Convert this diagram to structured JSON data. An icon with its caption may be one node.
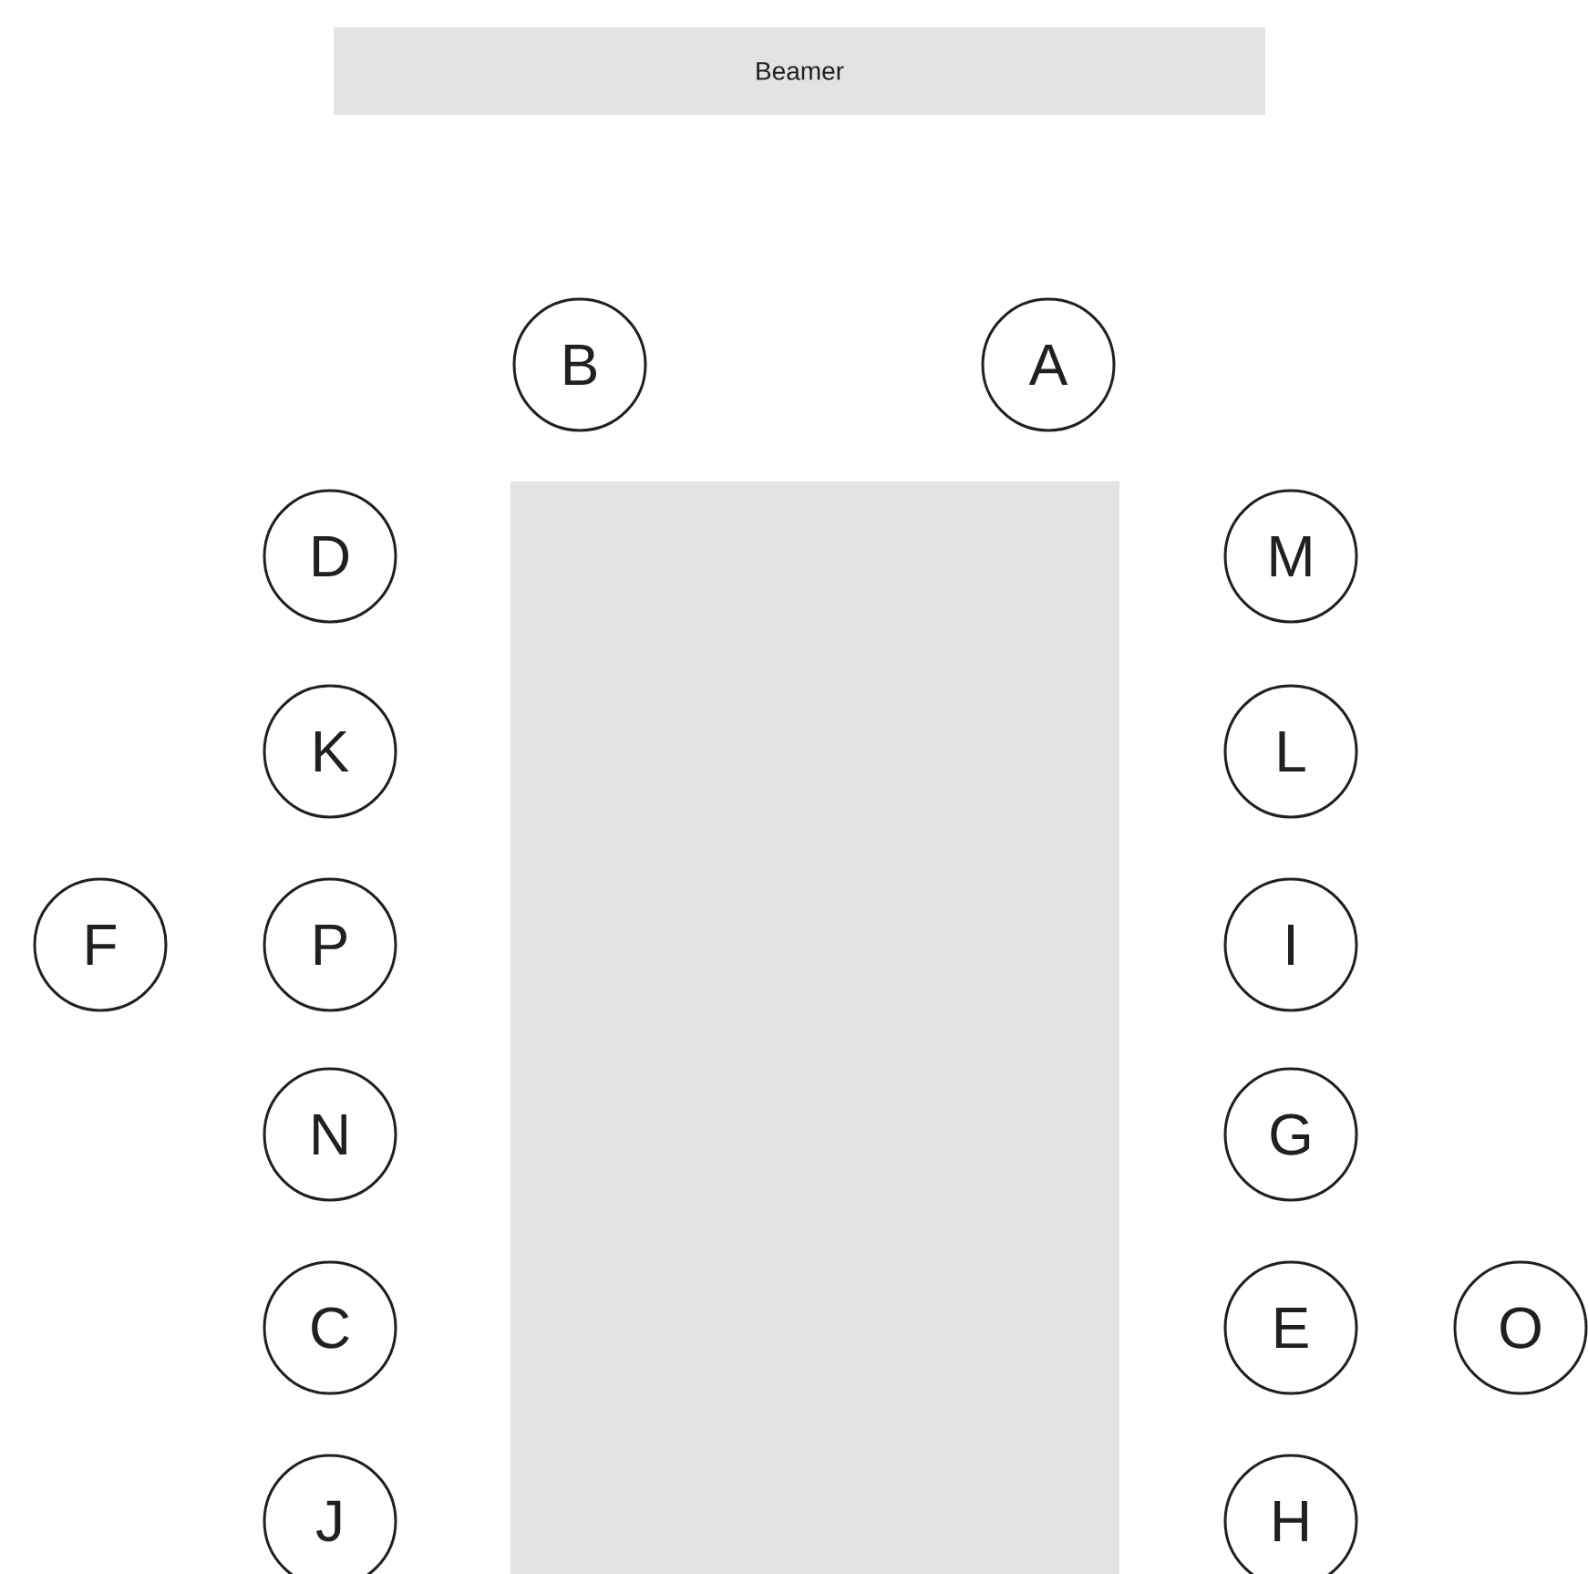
{
  "diagram": {
    "nodes": [
      {
        "text": [
          "Beamer"
        ]
      },
      {
        "text": [
          "B"
        ]
      },
      {
        "text": [
          "A"
        ]
      },
      {
        "text": [],
        "shape": "box"
      },
      {
        "text": [
          "D"
        ]
      },
      {
        "text": [
          "M"
        ]
      },
      {
        "text": [
          "K"
        ]
      },
      {
        "text": [
          "L"
        ]
      },
      {
        "text": [
          "F"
        ]
      },
      {
        "text": [
          "P"
        ]
      },
      {
        "text": [
          "I"
        ]
      },
      {
        "text": [
          "N"
        ]
      },
      {
        "text": [
          "G"
        ]
      },
      {
        "text": [
          "C"
        ]
      },
      {
        "text": [
          "E"
        ]
      },
      {
        "text": [
          "O"
        ]
      },
      {
        "text": [
          "J"
        ]
      },
      {
        "text": [
          "H"
        ]
      }
    ]
  }
}
